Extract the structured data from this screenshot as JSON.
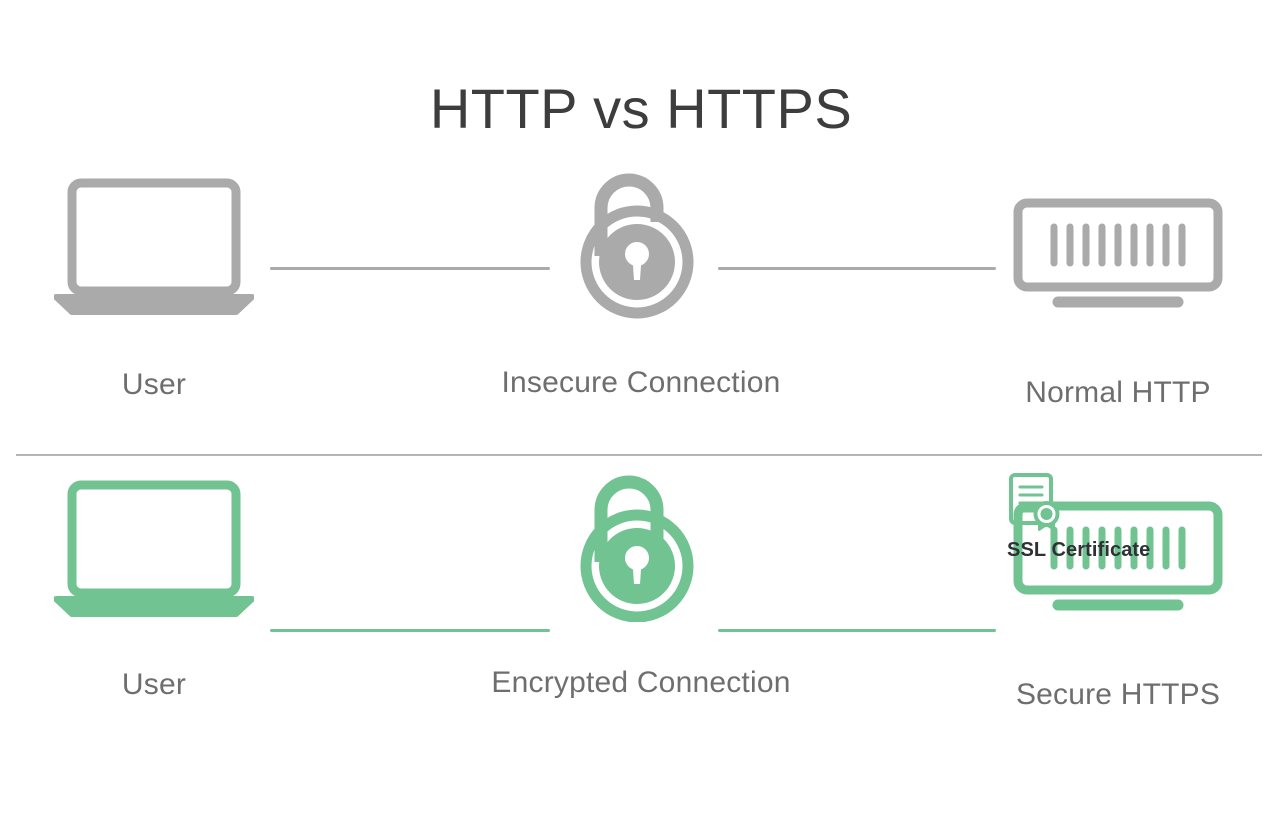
{
  "page": {
    "title": "HTTP vs HTTPS",
    "background": "#ffffff"
  },
  "colors": {
    "gray": "#aaaaaa",
    "green": "#71c492",
    "title_text": "#3d3d3d",
    "label_text": "#6e6e6e",
    "caption_text": "#2f3136",
    "divider": "#b5b5b5"
  },
  "rows": [
    {
      "id": "http",
      "accent": "#aaaaaa",
      "nodes": [
        {
          "icon": "laptop-icon",
          "label": "User"
        },
        {
          "icon": "unlocked-padlock-icon",
          "label": "Insecure Connection"
        },
        {
          "icon": "server-icon",
          "label": "Normal HTTP"
        }
      ],
      "connections": [
        {
          "name": "connection-line-left",
          "style": "solid"
        },
        {
          "name": "connection-line-right",
          "style": "solid"
        }
      ]
    },
    {
      "id": "https",
      "accent": "#71c492",
      "nodes": [
        {
          "icon": "laptop-icon",
          "label": "User"
        },
        {
          "icon": "locked-padlock-icon",
          "label": "Encrypted Connection"
        },
        {
          "icon": "server-icon",
          "label": "Secure HTTPS"
        }
      ],
      "connections": [
        {
          "name": "connection-line-left",
          "style": "solid"
        },
        {
          "name": "connection-line-right",
          "style": "solid"
        }
      ],
      "badge": {
        "icon": "certificate-icon",
        "caption": "SSL Certificate"
      }
    }
  ],
  "server_bar_count": 9
}
